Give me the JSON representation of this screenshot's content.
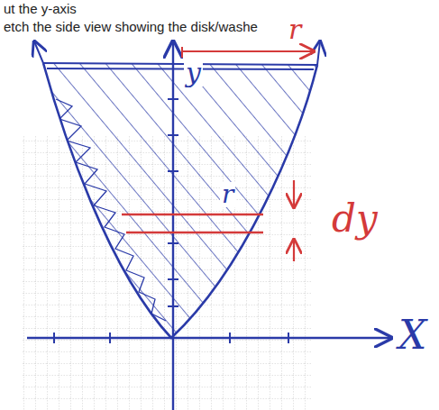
{
  "diagram": {
    "labels": [
      "ut the y-axis",
      "etch the side view showing the disk/washe",
      "y",
      "r",
      "r",
      "dy",
      "X"
    ]
  }
}
